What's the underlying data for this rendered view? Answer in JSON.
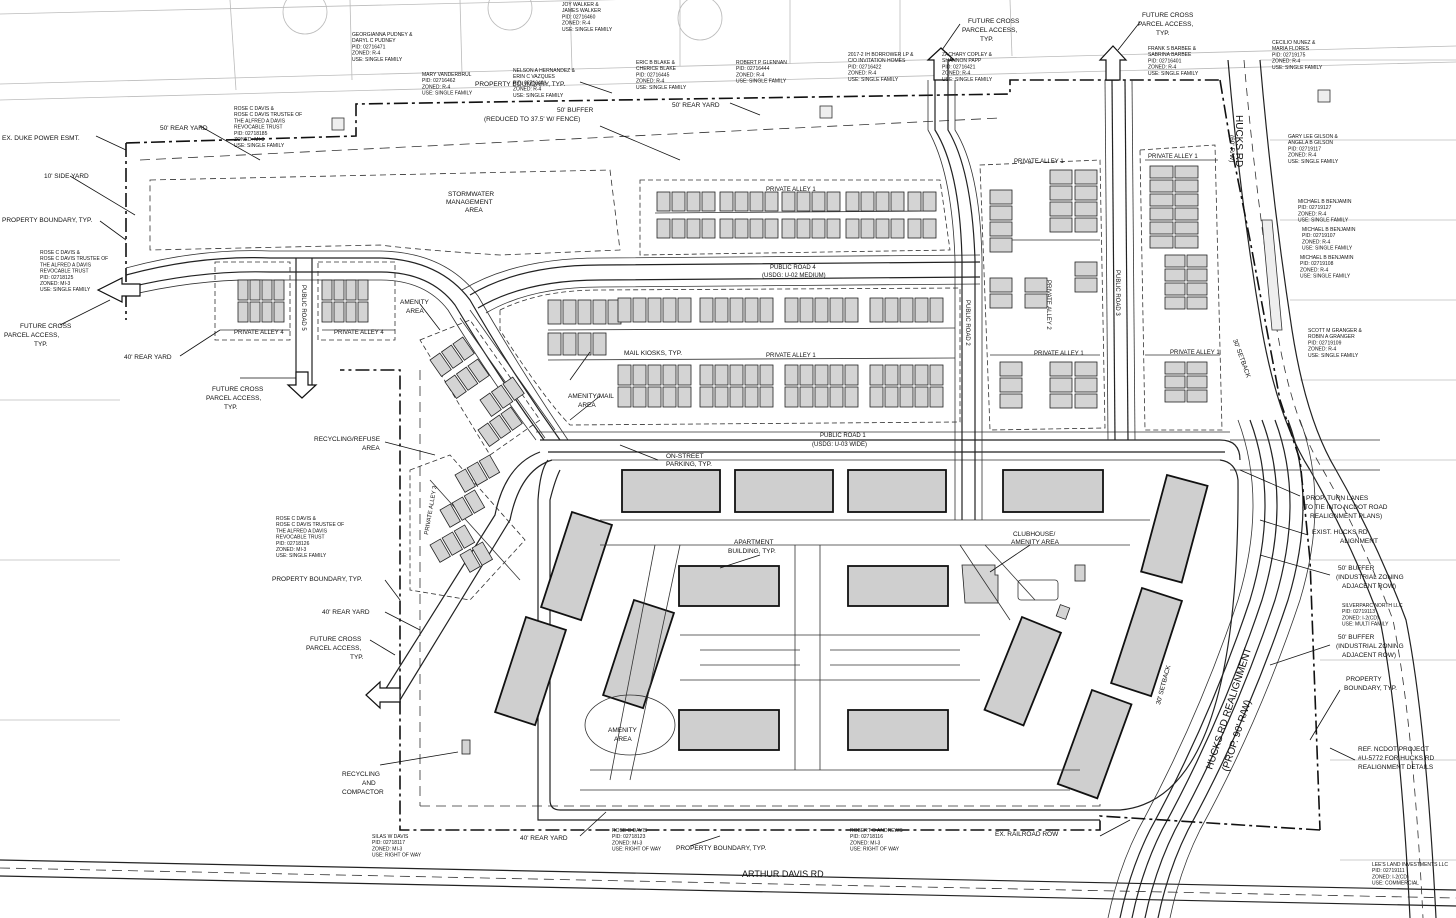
{
  "labels": {
    "duke_esmt": "EX. DUKE POWER ESMT.",
    "rear_50_nw": "50' REAR YARD",
    "side_10": "10' SIDE YARD",
    "prop_bound_w": "PROPERTY BOUNDARY, TYP.",
    "future_cross_w": "FUTURE CROSS",
    "parcel_access_w": "PARCEL ACCESS,",
    "typ_w": "TYP.",
    "rear_40_w": "40' REAR YARD",
    "future_cross_s": "FUTURE CROSS",
    "parcel_access_s": "PARCEL ACCESS,",
    "typ_s": "TYP.",
    "recycling_refuse": "RECYCLING/REFUSE",
    "recycling_refuse_area": "AREA",
    "prop_bound_sw": "PROPERTY BOUNDARY, TYP.",
    "rear_40_sw": "40' REAR YARD",
    "future_cross_sw": "FUTURE CROSS",
    "parcel_access_sw": "PARCEL ACCESS,",
    "typ_sw": "TYP.",
    "recycling_comp_1": "RECYCLING",
    "recycling_comp_2": "AND",
    "recycling_comp_3": "COMPACTOR",
    "rear_40_s": "40' REAR YARD",
    "prop_bound_s": "PROPERTY BOUNDARY, TYP.",
    "ex_railroad": "EX. RAILROAD ROW",
    "arthur_davis": "ARTHUR DAVIS RD",
    "prop_bound_n": "PROPERTY BOUNDARY, TYP.",
    "buffer_50": "50' BUFFER",
    "buffer_reduced": "(REDUCED TO 37.5' W/ FENCE)",
    "rear_50_n": "50' REAR YARD",
    "stormwater_1": "STORMWATER",
    "stormwater_2": "MANAGEMENT",
    "stormwater_3": "AREA",
    "amenity_area": "AMENITY",
    "amenity_area2": "AREA",
    "mail_kiosks": "MAIL KIOSKS, TYP.",
    "amenity_mail_1": "AMENITY/MAIL",
    "amenity_mail_2": "AREA",
    "on_street_1": "ON-STREET",
    "on_street_2": "PARKING, TYP.",
    "apartment_1": "APARTMENT",
    "apartment_2": "BUILDING, TYP.",
    "clubhouse_1": "CLUBHOUSE/",
    "clubhouse_2": "AMENITY AREA",
    "amenity_s_1": "AMENITY",
    "amenity_s_2": "AREA",
    "future_cross_n": "FUTURE CROSS",
    "parcel_access_n": "PARCEL ACCESS,",
    "typ_n": "TYP.",
    "future_cross_ne": "FUTURE CROSS",
    "parcel_access_ne": "PARCEL ACCESS,",
    "typ_ne": "TYP.",
    "hucks_rd": "HUCKS RD",
    "hucks_rw": "(60' R/W)",
    "setback_30_ne": "30' SETBACK",
    "setback_30_se": "30' SETBACK",
    "hucks_realign": "HUCKS RD REALIGNMENT",
    "hucks_realign_rw": "(PROP. 90' R/W)",
    "turn_lanes_1": "PROP. TURN LANES",
    "turn_lanes_2": "(TO TIE INTO NCDOT ROAD",
    "turn_lanes_3": "REALIGNMENT PLANS)",
    "exist_hucks_1": "EXIST. HUCKS RD",
    "exist_hucks_2": "ALIGNMENT",
    "buffer_e1_1": "50' BUFFER",
    "buffer_e1_2": "(INDUSTRIAL ZONING",
    "buffer_e1_3": "ADJACENT ROW)",
    "buffer_e2_1": "50' BUFFER",
    "buffer_e2_2": "(INDUSTRIAL ZONING",
    "buffer_e2_3": "ADJACENT ROW)",
    "prop_bound_e_1": "PROPERTY",
    "prop_bound_e_2": "BOUNDARY, TYP.",
    "ref_ncdot_1": "REF. NCDOT PROJECT",
    "ref_ncdot_2": "#U-5772 FOR HUCKS RD",
    "ref_ncdot_3": "REALIGNMENT DETAILS"
  },
  "roads": {
    "public_road_1": "PUBLIC ROAD 1",
    "public_road_1_sub": "(USDG: U-03 WIDE)",
    "public_road_4": "PUBLIC ROAD 4",
    "public_road_4_sub": "(USDG: U-02 MEDIUM)",
    "public_road_2": "PUBLIC ROAD 2",
    "public_road_3": "PUBLIC ROAD 3",
    "public_road_5": "PUBLIC ROAD 5",
    "private_alley_1": "PRIVATE ALLEY 1",
    "private_alley_2": "PRIVATE ALLEY 2",
    "private_alley_3": "PRIVATE ALLEY 3",
    "private_alley_4": "PRIVATE ALLEY 4"
  },
  "owners": [
    {
      "line1": "JOY WALKER &",
      "line2": "JAMES WALKER",
      "line3": "PID: 02716460",
      "line4": "ZONED: R-4",
      "line5": "USE: SINGLE FAMILY"
    },
    {
      "line1": "GEORGIANNA PUDNEY &",
      "line2": "DARYL C PUDNEY",
      "line3": "PID: 02716471",
      "line4": "ZONED: R-4",
      "line5": "USE: SINGLE FAMILY"
    },
    {
      "line1": "ROSE C DAVIS &",
      "line2": "ROSE C DAVIS TRUSTEE OF",
      "line3": "THE ALFRED A DAVIS",
      "line4": "REVOCABLE TRUST",
      "line5": "PID: 02718185",
      "line6": "ZONED: MI-3",
      "line7": "USE: SINGLE FAMILY"
    },
    {
      "line1": "MARY VANDERBRUL",
      "line2": "PID: 02716462",
      "line3": "ZONED: R-4",
      "line4": "USE: SINGLE FAMILY"
    },
    {
      "line1": "NELSON A HERNANDEZ &",
      "line2": "ERIN C VAZQUES",
      "line3": "PID: 02716461",
      "line4": "ZONED: R-4",
      "line5": "USE: SINGLE FAMILY"
    },
    {
      "line1": "ERIC B BLAKE &",
      "line2": "CHERICE BLAKE",
      "line3": "PID: 02716445",
      "line4": "ZONED: R-4",
      "line5": "USE: SINGLE FAMILY"
    },
    {
      "line1": "ROBERT P GLENNAN",
      "line2": "PID: 02716444",
      "line3": "ZONED: R-4",
      "line4": "USE: SINGLE FAMILY"
    },
    {
      "line1": "2017-2 IH BORROWER LP &",
      "line2": "C/O INVITATION HOMES",
      "line3": "PID: 02716422",
      "line4": "ZONED: R-4",
      "line5": "USE: SINGLE FAMILY"
    },
    {
      "line1": "ZACHARY COPLEY &",
      "line2": "SHANNON PAPP",
      "line3": "PID: 02716421",
      "line4": "ZONED: R-4",
      "line5": "USE: SINGLE FAMILY"
    },
    {
      "line1": "FRANK S BARBEE &",
      "line2": "SABRINA BARBEE",
      "line3": "PID: 02716401",
      "line4": "ZONED: R-4",
      "line5": "USE: SINGLE FAMILY"
    },
    {
      "line1": "CECILIO NUNEZ &",
      "line2": "MARIA FLORES",
      "line3": "PID: 02719175",
      "line4": "ZONED: R-4",
      "line5": "USE: SINGLE FAMILY"
    },
    {
      "line1": "GARY LEE GILSON &",
      "line2": "ANGELA B GILSON",
      "line3": "PID: 02719117",
      "line4": "ZONED: R-4",
      "line5": "USE: SINGLE FAMILY"
    },
    {
      "line1": "MICHAEL B BENJAMIN",
      "line2": "PID: 02719127",
      "line3": "ZONED: R-4",
      "line4": "USE: SINGLE FAMILY"
    },
    {
      "line1": "MICHAEL B BENJAMIN",
      "line2": "PID: 02719107",
      "line3": "ZONED: R-4",
      "line4": "USE: SINGLE FAMILY"
    },
    {
      "line1": "MICHAEL B BENJAMIN",
      "line2": "PID: 02719108",
      "line3": "ZONED: R-4",
      "line4": "USE: SINGLE FAMILY"
    },
    {
      "line1": "SCOTT M GRANGER &",
      "line2": "ROBIN A GRANGER",
      "line3": "PID: 02719109",
      "line4": "ZONED: R-4",
      "line5": "USE: SINGLE FAMILY"
    },
    {
      "line1": "ROSE C DAVIS &",
      "line2": "ROSE C DAVIS TRUSTEE OF",
      "line3": "THE ALFRED A DAVIS",
      "line4": "REVOCABLE TRUST",
      "line5": "PID: 02718125",
      "line6": "ZONED: MI-3",
      "line7": "USE: SINGLE FAMILY"
    },
    {
      "line1": "ROSE C DAVIS &",
      "line2": "ROSE C DAVIS TRUSTEE OF",
      "line3": "THE ALFRED A DAVIS",
      "line4": "REVOCABLE TRUST",
      "line5": "PID: 02718126",
      "line6": "ZONED: MI-3",
      "line7": "USE: SINGLE FAMILY"
    },
    {
      "line1": "SILVERPARC NORTH LLC",
      "line2": "PID: 02719113",
      "line3": "ZONED: I-2(CD)",
      "line4": "USE: MULTI FAMILY"
    },
    {
      "line1": "SILAS W DAVIS",
      "line2": "PID: 02718117",
      "line3": "ZONED: MI-3",
      "line4": "USE: RIGHT OF WAY"
    },
    {
      "line1": "ROSE C DAVIS",
      "line2": "PID: 02718123",
      "line3": "ZONED: MI-3",
      "line4": "USE: RIGHT OF WAY"
    },
    {
      "line1": "ROBERT O ANDREWS",
      "line2": "PID: 02718116",
      "line3": "ZONED: MI-3",
      "line4": "USE: RIGHT OF WAY"
    },
    {
      "line1": "LEE'S LAND INVESTMENTS LLC",
      "line2": "PID: 02719111",
      "line3": "ZONED: I-2(CD)",
      "line4": "USE: COMMERCIAL"
    }
  ]
}
